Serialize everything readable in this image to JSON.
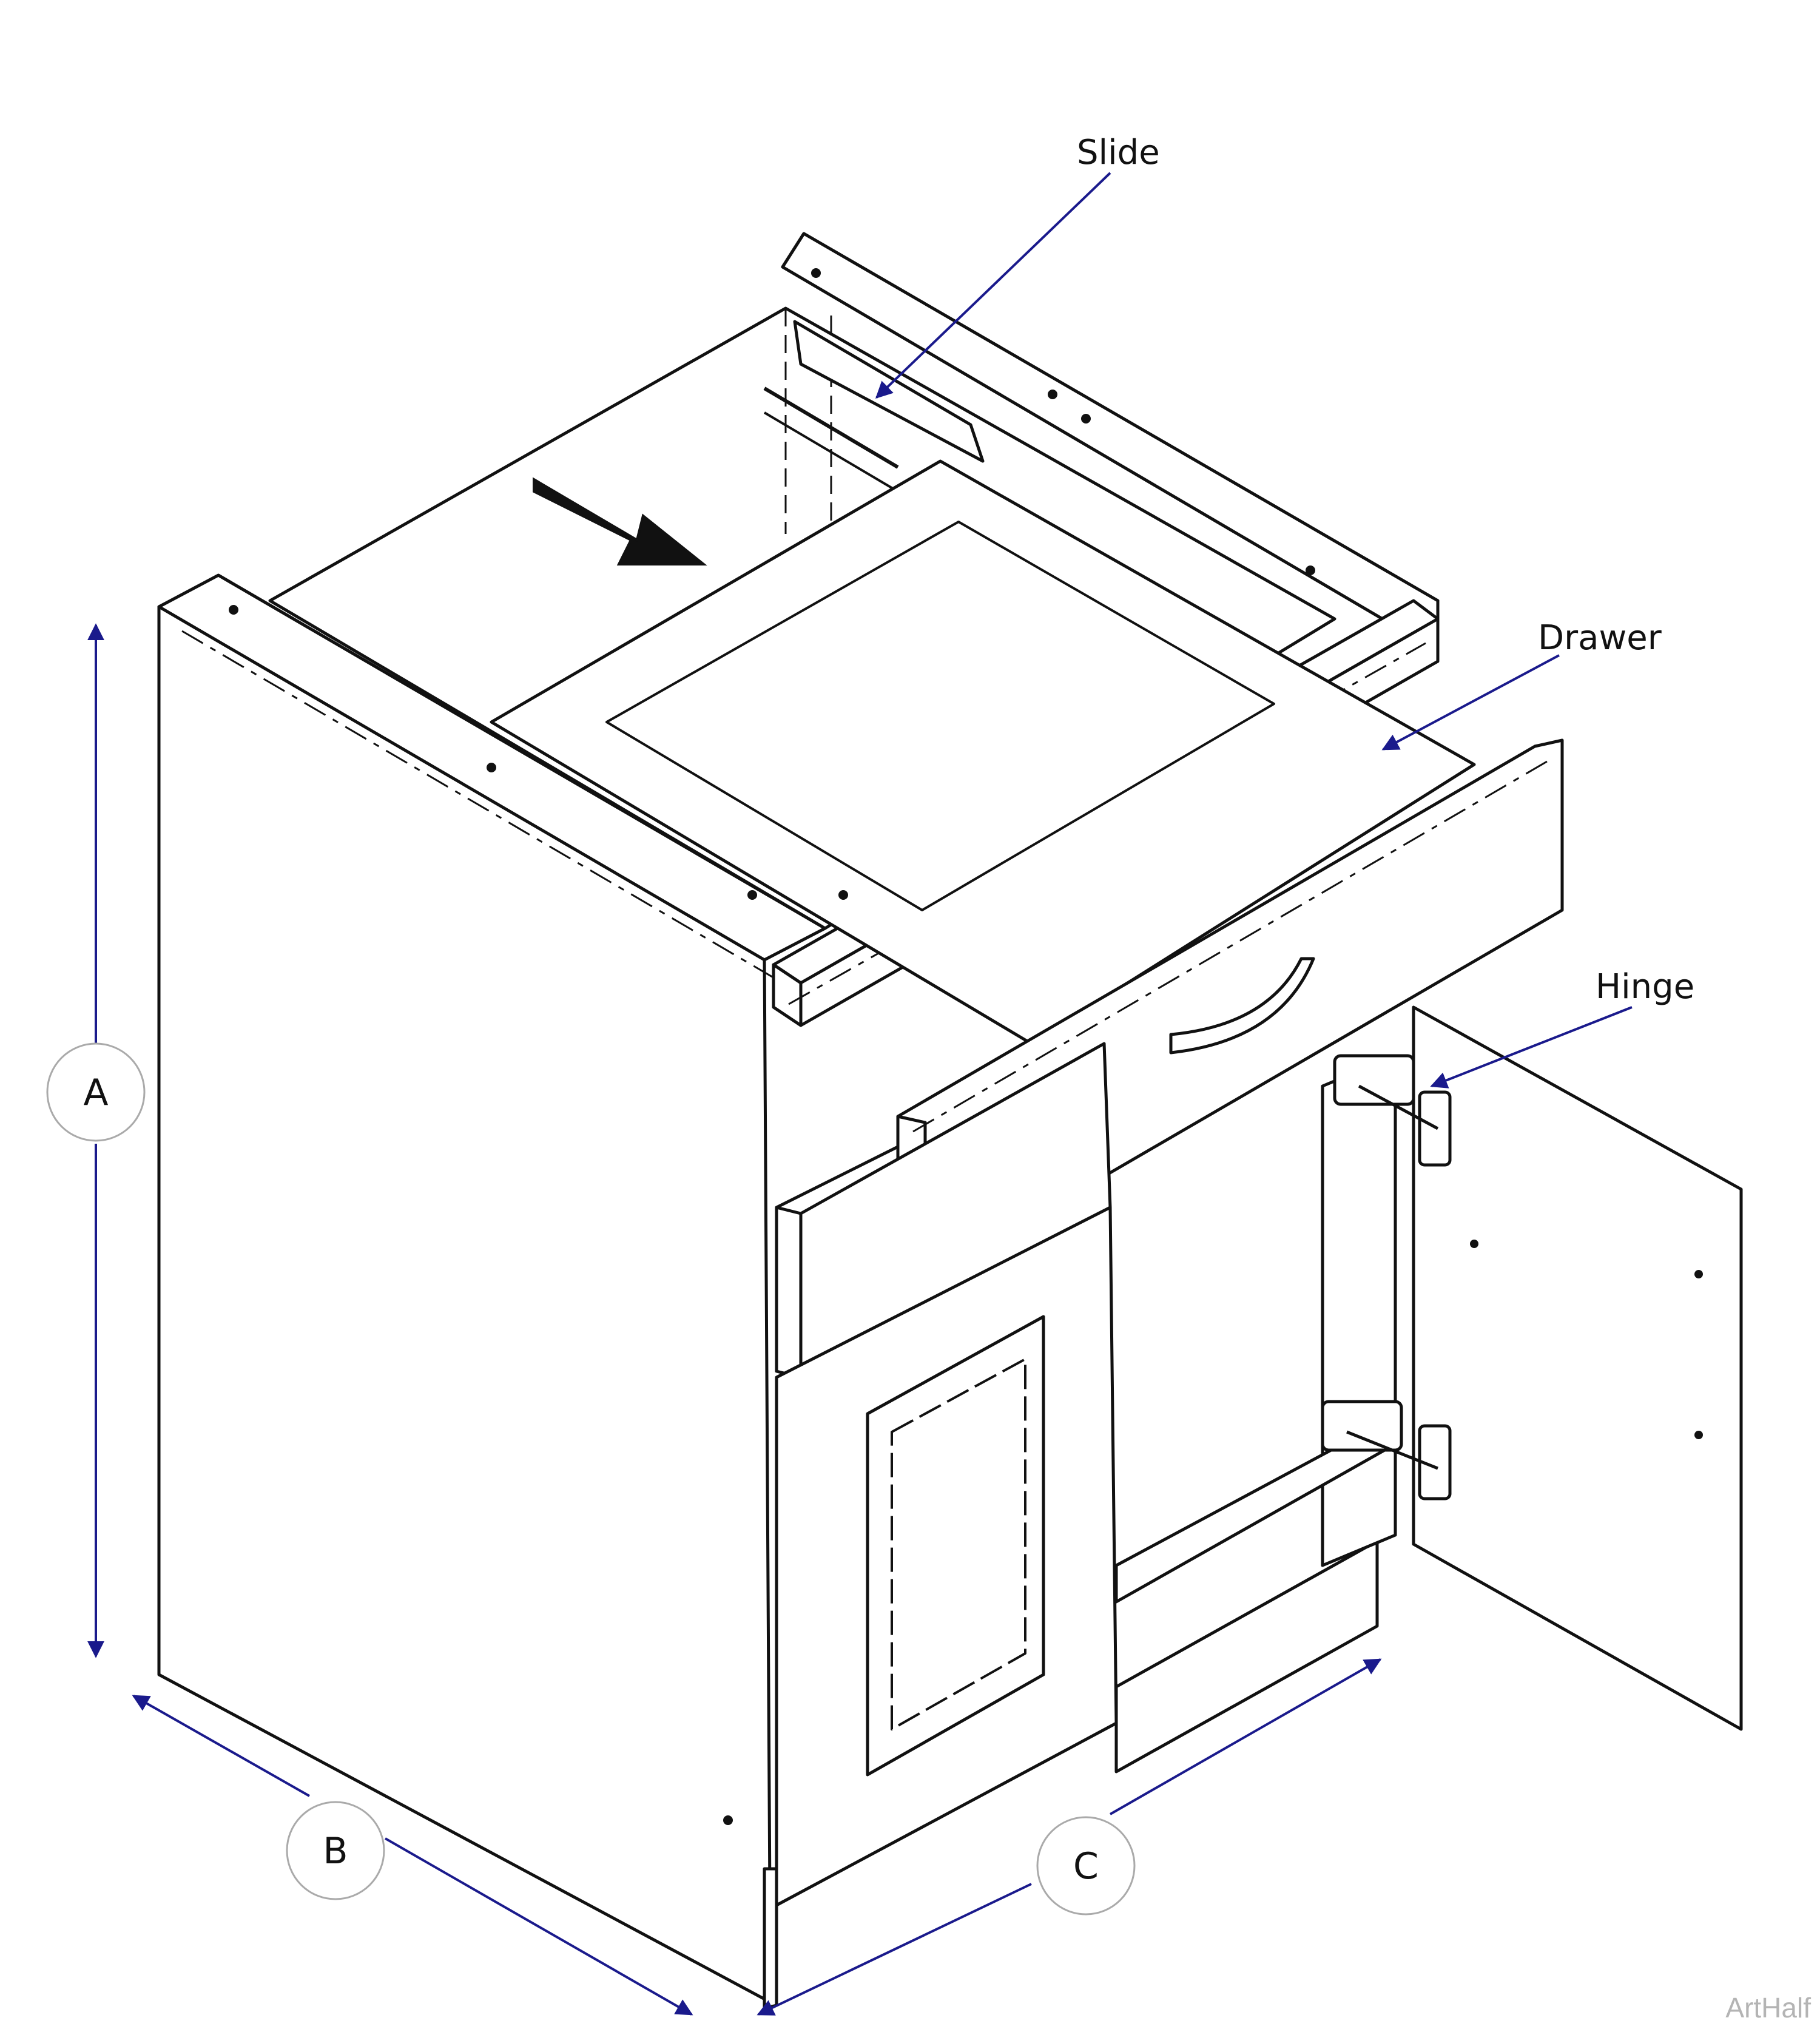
{
  "callouts": {
    "slide": "Slide",
    "drawer": "Drawer",
    "hinge": "Hinge"
  },
  "dimensions": {
    "a": "A",
    "b": "B",
    "c": "C"
  },
  "watermark": "ArtHalf",
  "colors": {
    "line": "#111111",
    "dimension": "#1a1a8c",
    "background": "#ffffff"
  }
}
